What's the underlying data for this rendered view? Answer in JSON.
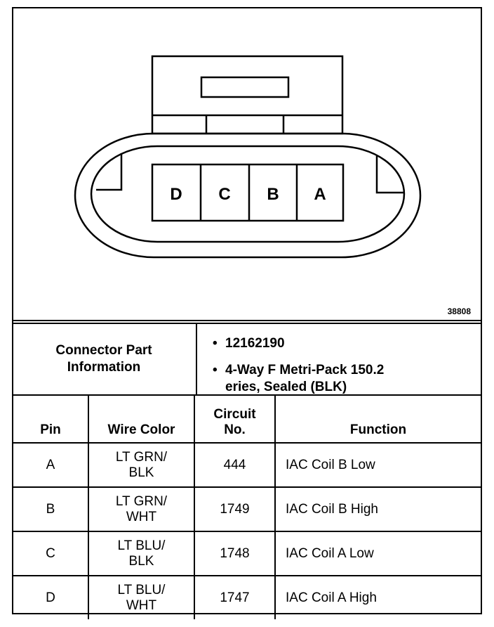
{
  "diagram": {
    "pins": [
      "D",
      "C",
      "B",
      "A"
    ],
    "figure_ref": "38808"
  },
  "info": {
    "label_line1": "Connector Part",
    "label_line2": "Information",
    "part_number": "12162190",
    "desc_line1": "4-Way F Metri-Pack 150.2",
    "desc_line2": "eries, Sealed (BLK)"
  },
  "table": {
    "headers": {
      "pin": "Pin",
      "wire_color": "Wire Color",
      "circuit_line1": "Circuit",
      "circuit_line2": "No.",
      "function": "Function"
    },
    "rows": [
      {
        "pin": "A",
        "wire1": "LT GRN/",
        "wire2": "BLK",
        "circuit": "444",
        "function": "IAC Coil B Low"
      },
      {
        "pin": "B",
        "wire1": "LT GRN/",
        "wire2": "WHT",
        "circuit": "1749",
        "function": "IAC Coil B High"
      },
      {
        "pin": "C",
        "wire1": "LT BLU/",
        "wire2": "BLK",
        "circuit": "1748",
        "function": "IAC Coil A Low"
      },
      {
        "pin": "D",
        "wire1": "LT BLU/",
        "wire2": "WHT",
        "circuit": "1747",
        "function": "IAC Coil A High"
      }
    ]
  }
}
